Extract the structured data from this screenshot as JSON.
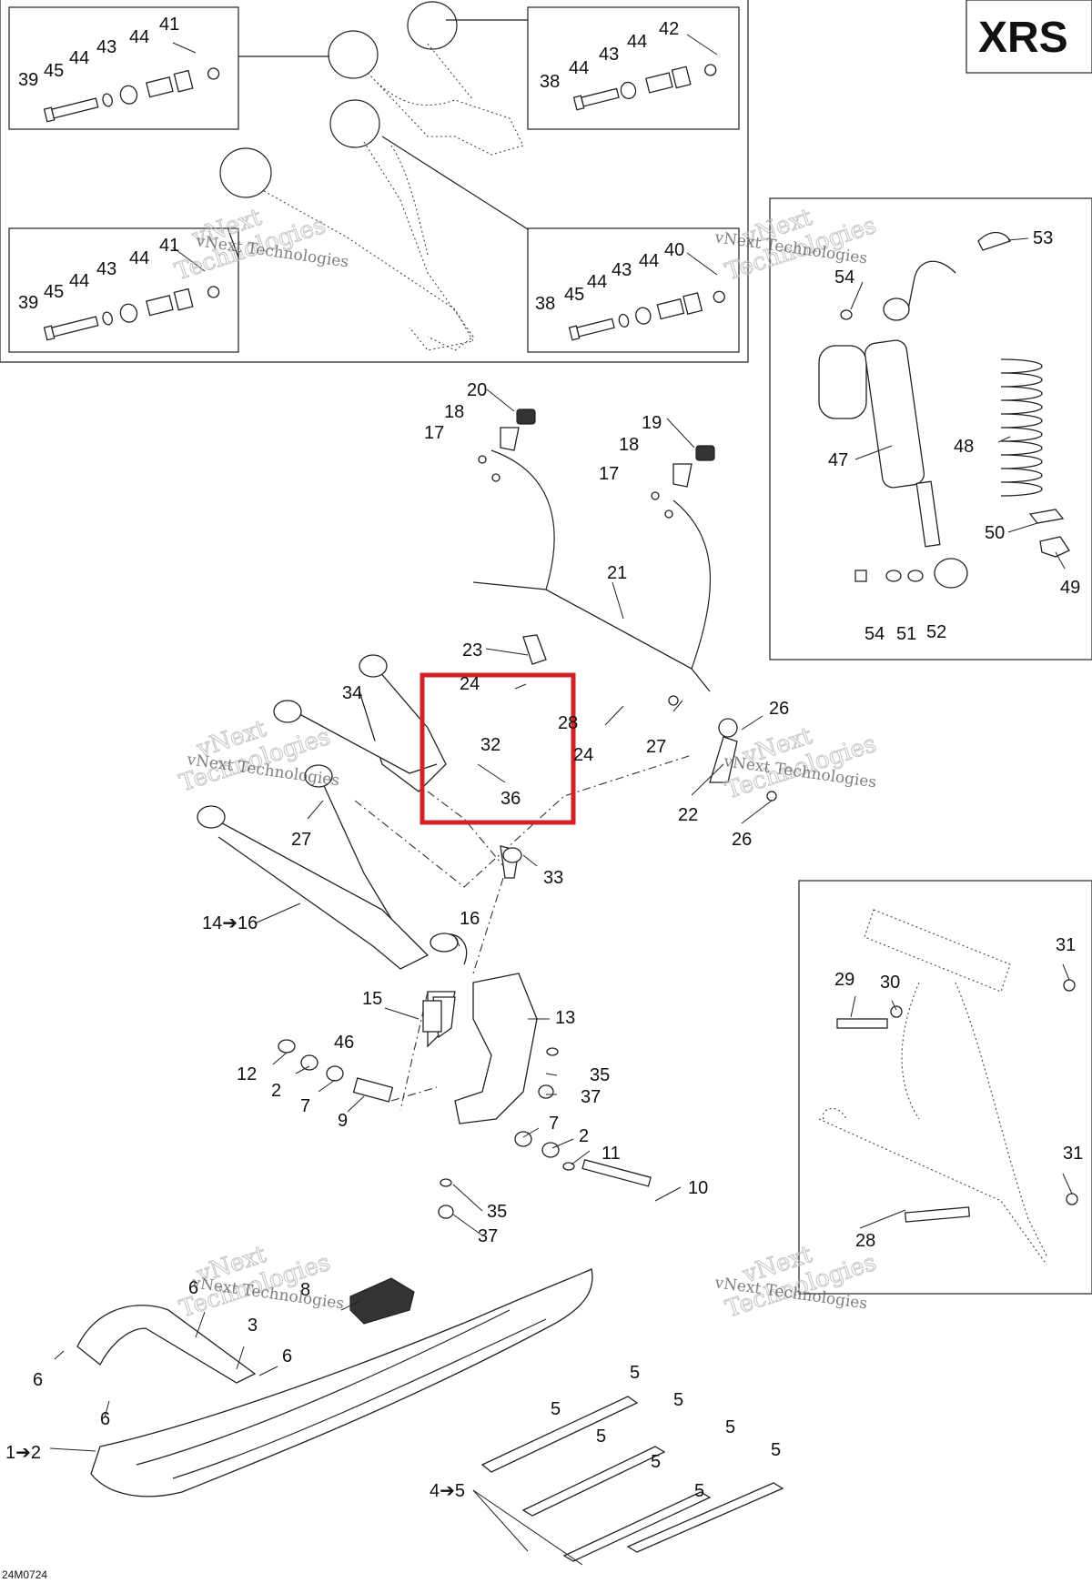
{
  "model_badge": "XRS",
  "drawing_code": "24M0724",
  "watermark": {
    "line1": "vNext",
    "line2": "Technologies"
  },
  "highlight": {
    "color": "#d42027"
  },
  "callouts": {
    "c41a": "41",
    "c44a1": "44",
    "c43a": "43",
    "c44a2": "44",
    "c45a": "45",
    "c39a": "39",
    "c42": "42",
    "c44b1": "44",
    "c43b": "43",
    "c44b2": "44",
    "c38a": "38",
    "c41b": "41",
    "c44c1": "44",
    "c43c": "43",
    "c44c2": "44",
    "c45b": "45",
    "c39b": "39",
    "c40": "40",
    "c44d1": "44",
    "c43d": "43",
    "c44d2": "44",
    "c45c": "45",
    "c38b": "38",
    "c53": "53",
    "c54a": "54",
    "c47": "47",
    "c48": "48",
    "c50": "50",
    "c49": "49",
    "c54b": "54",
    "c51": "51",
    "c52": "52",
    "c20": "20",
    "c18a": "18",
    "c17a": "17",
    "c19": "19",
    "c18b": "18",
    "c17b": "17",
    "c21": "21",
    "c23": "23",
    "c24a": "24",
    "c28": "28",
    "c24b": "24",
    "c27a": "27",
    "c26a": "26",
    "c22": "22",
    "c26b": "26",
    "c34": "34",
    "c32": "32",
    "c36": "36",
    "c27b": "27",
    "c33": "33",
    "c14": "14➔16",
    "c16": "16",
    "c15": "15",
    "c13": "13",
    "c46": "46",
    "c12": "12",
    "c2a": "2",
    "c7a": "7",
    "c9": "9",
    "c35a": "35",
    "c37a": "37",
    "c7b": "7",
    "c2b": "2",
    "c11": "11",
    "c10": "10",
    "c35b": "35",
    "c37b": "37",
    "c31a": "31",
    "c29": "29",
    "c30": "30",
    "c31b": "31",
    "c28b": "28",
    "c8": "8",
    "c6a": "6",
    "c3": "3",
    "c6b": "6",
    "c6c": "6",
    "c6d": "6",
    "c12b": "1➔2",
    "c45r": "4➔5",
    "c5a": "5",
    "c5b": "5",
    "c5c": "5",
    "c5d": "5",
    "c5e": "5",
    "c5f": "5",
    "c5g": "5",
    "c5h": "5"
  }
}
